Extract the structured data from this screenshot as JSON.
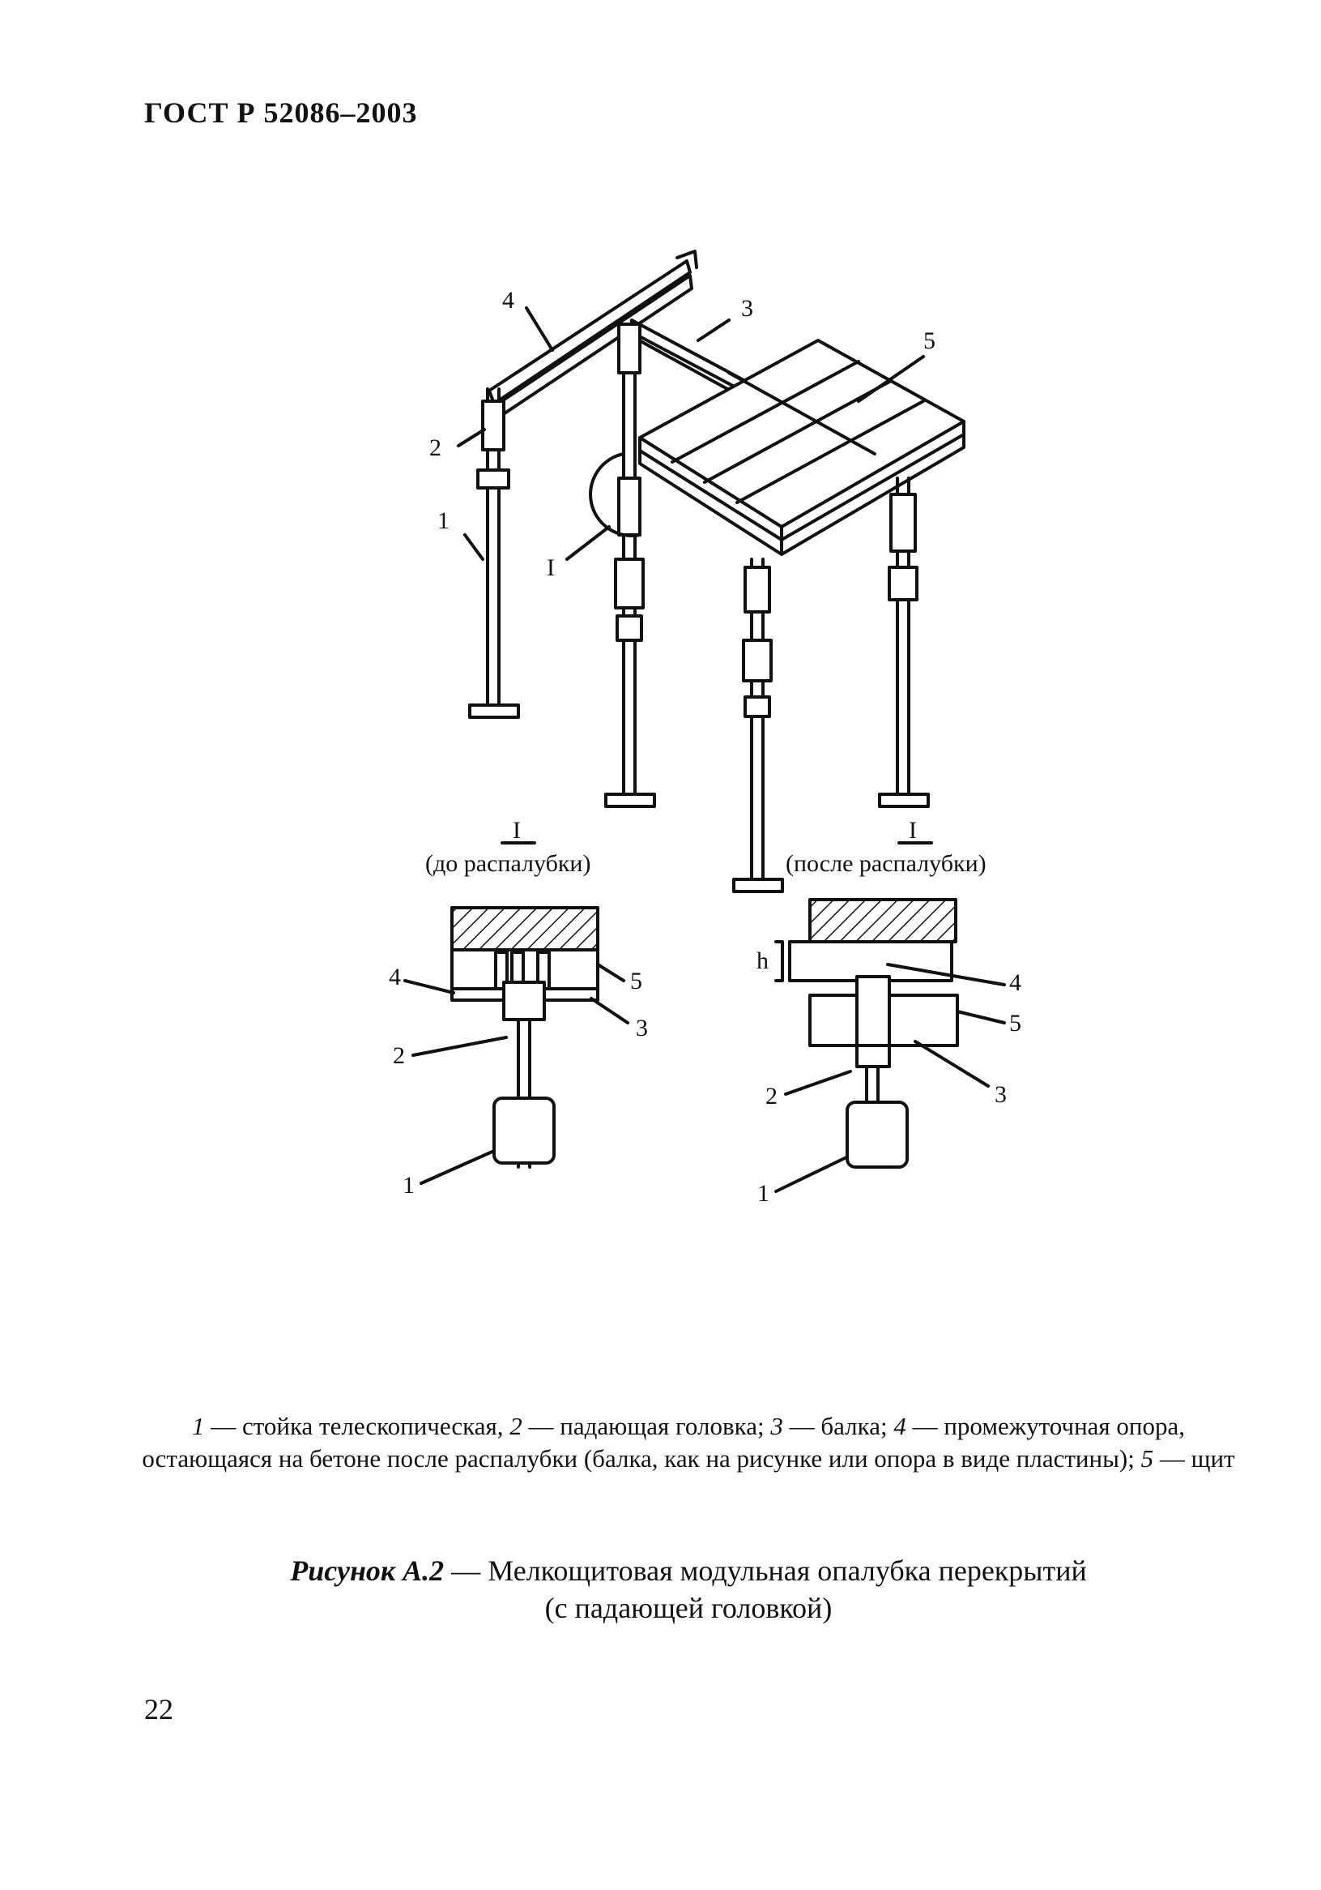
{
  "header": {
    "standard": "ГОСТ Р 52086–2003"
  },
  "figure": {
    "labels": [
      "1",
      "2",
      "3",
      "4",
      "5",
      "I"
    ],
    "detail_before": {
      "mark": "I",
      "title": "(до распалубки)",
      "h_label": ""
    },
    "detail_after": {
      "mark": "I",
      "title": "(после распалубки)",
      "h_label": "h"
    }
  },
  "legend": {
    "items": [
      {
        "num": "1",
        "text": " — стойка телескопическая, "
      },
      {
        "num": "2",
        "text": " — падающая головка; "
      },
      {
        "num": "3",
        "text": " — балка; "
      },
      {
        "num": "4",
        "text": " — промежуточная опора, остающаяся на бетоне после распалубки (балка, как на рисунке или опора в виде пластины); "
      },
      {
        "num": "5",
        "text": " — щит"
      }
    ]
  },
  "caption": {
    "label": "Рисунок А.2",
    "dash": " — ",
    "line1": "Мелкощитовая модульная опалубка перекрытий",
    "line2": "(с падающей головкой)"
  },
  "page_number": "22"
}
